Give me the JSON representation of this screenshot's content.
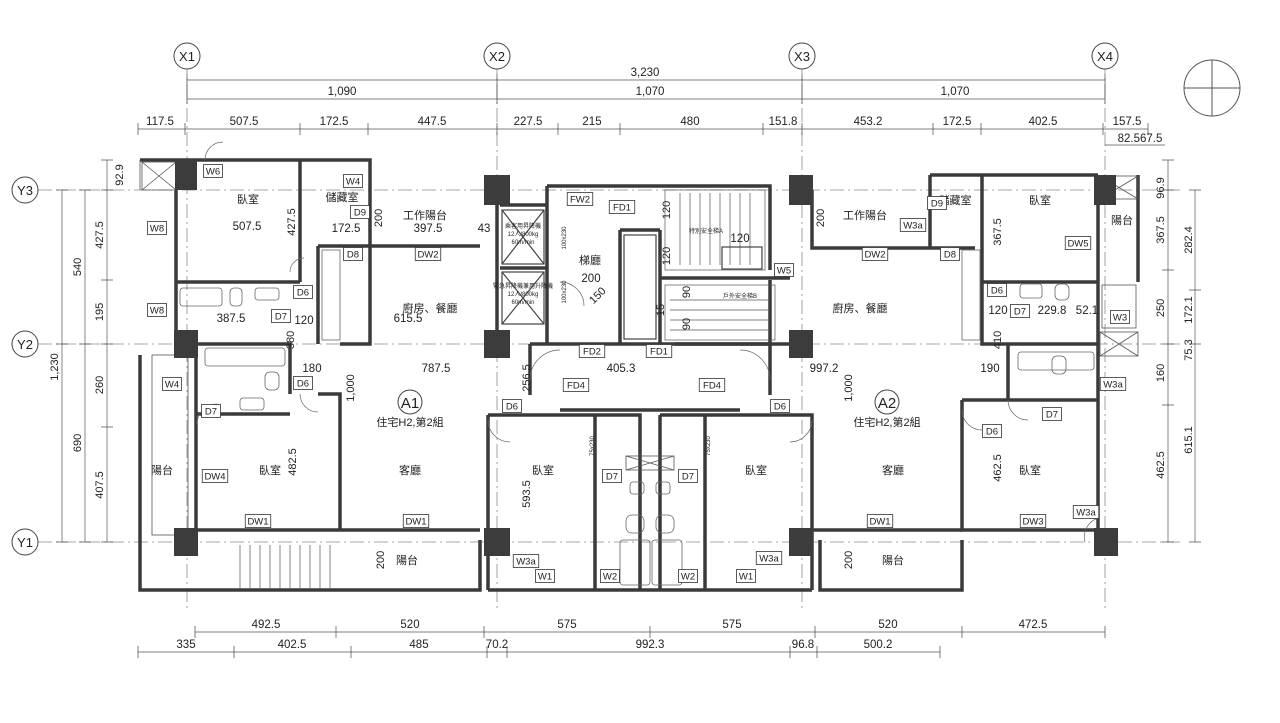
{
  "grid_axes": {
    "x": [
      "X1",
      "X2",
      "X3",
      "X4"
    ],
    "y": [
      "Y3",
      "Y2",
      "Y1"
    ]
  },
  "dims_top": {
    "overall": "3,230",
    "bays": [
      "1,090",
      "1,070",
      "1,070"
    ],
    "detail": [
      "117.5",
      "507.5",
      "172.5",
      "447.5",
      "227.5",
      "215",
      "480",
      "151.8",
      "453.2",
      "172.5",
      "402.5",
      "157.5"
    ],
    "extra": "82.567.5"
  },
  "dims_bottom": {
    "row1": [
      "492.5",
      "520",
      "575",
      "575",
      "520",
      "472.5"
    ],
    "row2": [
      "335",
      "402.5",
      "485",
      "70.2",
      "992.3",
      "96.8",
      "500.2"
    ]
  },
  "dims_left": {
    "total": "1,230",
    "upper": "540",
    "lower": "690",
    "detail": [
      "92.9",
      "427.5",
      "195",
      "260",
      "407.5"
    ]
  },
  "dims_right": {
    "outer": [
      "96.9",
      "367.5",
      "282.4",
      "250",
      "172.1",
      "75.3",
      "160",
      "615.1",
      "462.5"
    ]
  },
  "rooms": {
    "bedroom": "臥室",
    "storage": "儲藏室",
    "work_balcony": "工作陽台",
    "kitchen_dining": "廚房、餐廳",
    "living": "客廳",
    "balcony": "陽台",
    "lobby": "梯廳"
  },
  "units": {
    "a1": {
      "id": "A1",
      "type": "住宅H2,第2組"
    },
    "a2": {
      "id": "A2",
      "type": "住宅H2,第2組"
    }
  },
  "inner_dims": [
    "507.5",
    "427.5",
    "172.5",
    "397.5",
    "43",
    "200",
    "387.5",
    "615.5",
    "120",
    "380",
    "180",
    "787.5",
    "405.3",
    "997.2",
    "256.5",
    "1,000",
    "482.5",
    "593.5",
    "200",
    "120",
    "120",
    "120",
    "200",
    "150",
    "15",
    "90",
    "90",
    "200",
    "1,000",
    "367.5",
    "229.8",
    "52.1",
    "120",
    "410",
    "190",
    "462.5",
    "200"
  ],
  "tags": {
    "W6": "W6",
    "W4": "W4",
    "W8": "W8",
    "W5": "W5",
    "W3": "W3",
    "W3a": "W3a",
    "W1": "W1",
    "W2": "W2",
    "D6": "D6",
    "D7": "D7",
    "D8": "D8",
    "D9": "D9",
    "DW1": "DW1",
    "DW2": "DW2",
    "DW3": "DW3",
    "DW4": "DW4",
    "DW5": "DW5",
    "FD1": "FD1",
    "FD2": "FD2",
    "FD4": "FD4",
    "FW2": "FW2"
  },
  "elevator_notes": {
    "e1": [
      "乘客用昇降機",
      "12人/800kg",
      "60m/min"
    ],
    "e2": [
      "緊急昇降機兼用升降機",
      "12人/800kg",
      "60m/min"
    ],
    "shaft": [
      "100x230",
      "100x230"
    ],
    "shafts_small": [
      "75x230",
      "75x230"
    ]
  },
  "stair_notes": {
    "upper": "特別安全梯A",
    "lower": "戶外安全梯B"
  },
  "colors": {
    "wall": "#3a3a3a",
    "line": "#555555",
    "grid": "#8a8a8a",
    "column": "#3c3c3c"
  }
}
